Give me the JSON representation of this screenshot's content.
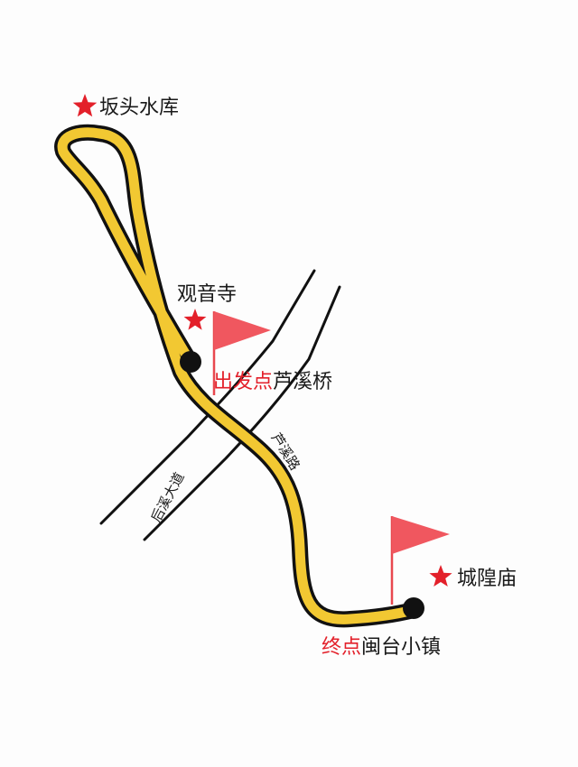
{
  "colors": {
    "route": "#f2c832",
    "marker_red": "#e3202a",
    "flag_red": "#f0575f",
    "flag_pole": "#e8484f",
    "text": "#1a1a1a",
    "point": "#111111"
  },
  "landmarks": {
    "reservoir": {
      "label": "坂头水库",
      "icon": "star-icon"
    },
    "temple": {
      "label": "观音寺",
      "icon": "star-icon"
    },
    "city_god_temple": {
      "label": "城隍庙",
      "icon": "star-icon"
    }
  },
  "start": {
    "prefix": "出发点",
    "name": "芦溪桥",
    "icon": "flag-icon"
  },
  "end": {
    "prefix": "终点",
    "name": "闽台小镇",
    "icon": "flag-icon"
  },
  "roads": {
    "avenue": "后溪大道",
    "road": "芦溪路"
  }
}
